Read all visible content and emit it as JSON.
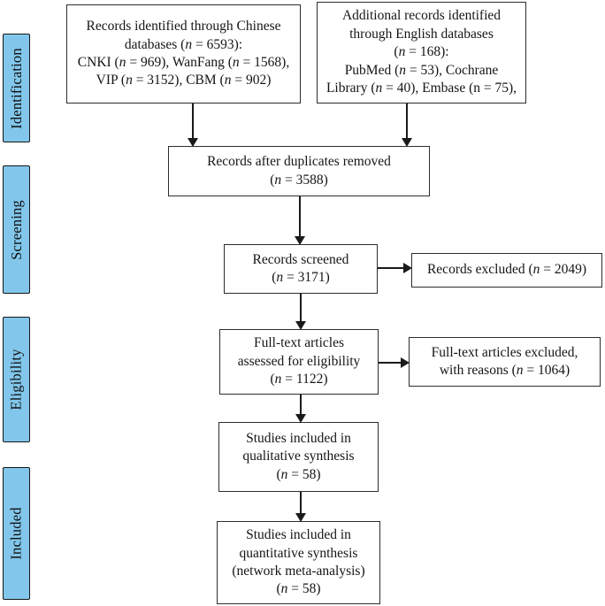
{
  "diagram": {
    "type": "prisma-flow-diagram",
    "accent_color": "#82c7eb",
    "box_border_color": "#2d2d2d",
    "sidebar": {
      "stages": [
        {
          "label": "Identification"
        },
        {
          "label": "Screening"
        },
        {
          "label": "Eligibility"
        },
        {
          "label": "Included"
        }
      ]
    },
    "boxes": [
      {
        "id": "chinese-records",
        "text": "Records identified through Chinese\ndatabases (*n* = 6593):\nCNKI (*n* = 969), WanFang (*n* = 1568),\nVIP (*n* = 3152), CBM (*n* = 902)"
      },
      {
        "id": "english-records",
        "text": "Additional records identified\nthrough English databases\n(*n* = 168):\nPubMed (*n* = 53), Cochrane\nLibrary (*n* = 40), Embase (n = 75),"
      },
      {
        "id": "duplicates-removed",
        "text": "Records after duplicates removed\n(*n* = 3588)"
      },
      {
        "id": "records-screened",
        "text": "Records screened\n(*n* = 3171)"
      },
      {
        "id": "records-excluded",
        "text": "Records excluded (*n* = 2049)"
      },
      {
        "id": "fulltext-assessed",
        "text": "Full-text articles\nassessed for eligibility\n(*n* = 1122)"
      },
      {
        "id": "fulltext-excluded",
        "text": "Full-text articles excluded,\nwith reasons (*n* = 1064)"
      },
      {
        "id": "qualitative-synthesis",
        "text": "Studies included in\nqualitative synthesis\n(*n* = 58)"
      },
      {
        "id": "quantitative-synthesis",
        "text": "Studies included in\nquantitative synthesis\n(network meta-analysis)\n(*n* = 58)"
      }
    ]
  }
}
